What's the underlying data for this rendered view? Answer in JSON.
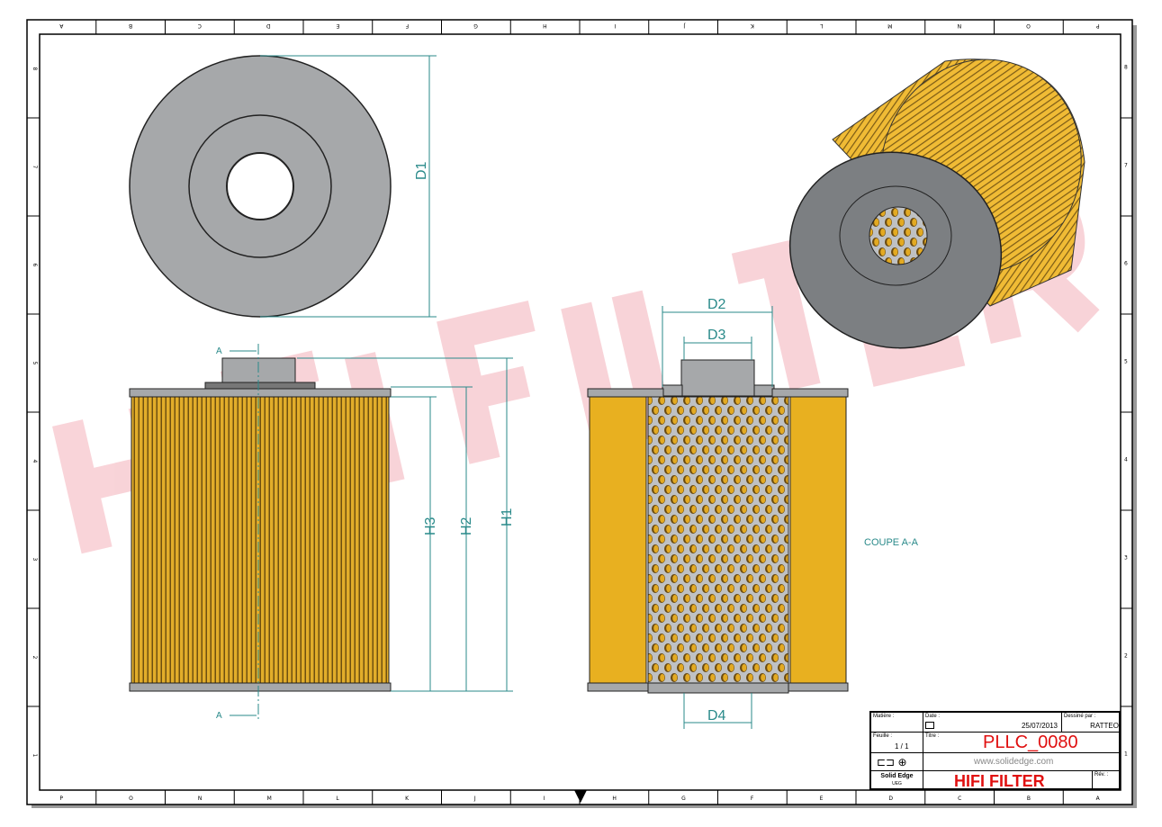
{
  "sheet": {
    "bottom_labels": [
      "P",
      "O",
      "N",
      "M",
      "L",
      "K",
      "J",
      "I",
      "H",
      "G",
      "F",
      "E",
      "D",
      "C",
      "B",
      "A"
    ],
    "top_labels": [
      "P",
      "O",
      "N",
      "M",
      "L",
      "K",
      "J",
      "I",
      "H",
      "G",
      "F",
      "E",
      "D",
      "C",
      "B",
      "A"
    ],
    "side_labels": [
      "8",
      "7",
      "6",
      "5",
      "4",
      "3",
      "2",
      "1"
    ]
  },
  "watermark": "HIFI FILTER",
  "dimensions": {
    "d1": "D1",
    "d2": "D2",
    "d3": "D3",
    "d4": "D4",
    "h1": "H1",
    "h2": "H2",
    "h3": "H3"
  },
  "section": {
    "mark_top": "A",
    "mark_bottom": "A",
    "caption": "COUPE A-A"
  },
  "title_block": {
    "matiere_label": "Matière :",
    "date_label": "Date :",
    "date": "25/07/2013",
    "dessine_label": "Dessiné par :",
    "dessine": "RATTEO",
    "feuille_label": "Feuille :",
    "feuille": "1 / 1",
    "titre_label": "Titre :",
    "titre": "PLLC_0080",
    "website": "www.solidedge.com",
    "software": "Solid Edge",
    "software_sub": "UEG",
    "company": "HIFI FILTER",
    "rev_label": "Rév. :"
  },
  "colors": {
    "filter_yellow": "#e8b020",
    "metal_gray": "#a6a8aa",
    "dimension": "#2a8a8a",
    "title_red": "#e01010",
    "watermark": "#f7c9cf"
  }
}
